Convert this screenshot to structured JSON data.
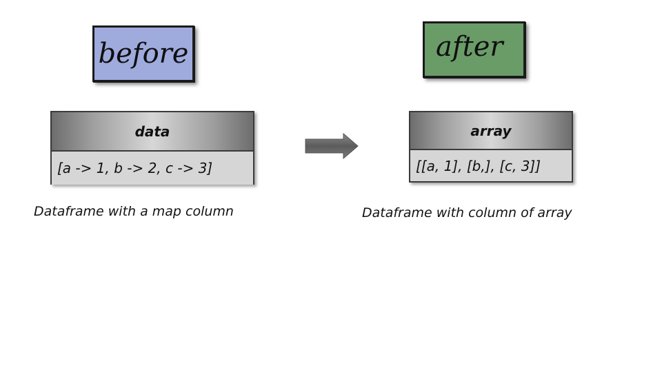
{
  "before": {
    "tag": "before",
    "tag_color": "#9faadd",
    "table": {
      "header": "data",
      "cell": "[a -> 1, b -> 2, c -> 3]"
    },
    "caption": "Dataframe with a map column"
  },
  "after": {
    "tag": "after",
    "tag_color": "#6a9c68",
    "table": {
      "header": "array",
      "cell": "[[a, 1], [b,], [c, 3]]"
    },
    "caption": "Dataframe with column of array"
  },
  "arrow": {
    "icon": "right-arrow-icon",
    "color": "#6e6e6e"
  }
}
